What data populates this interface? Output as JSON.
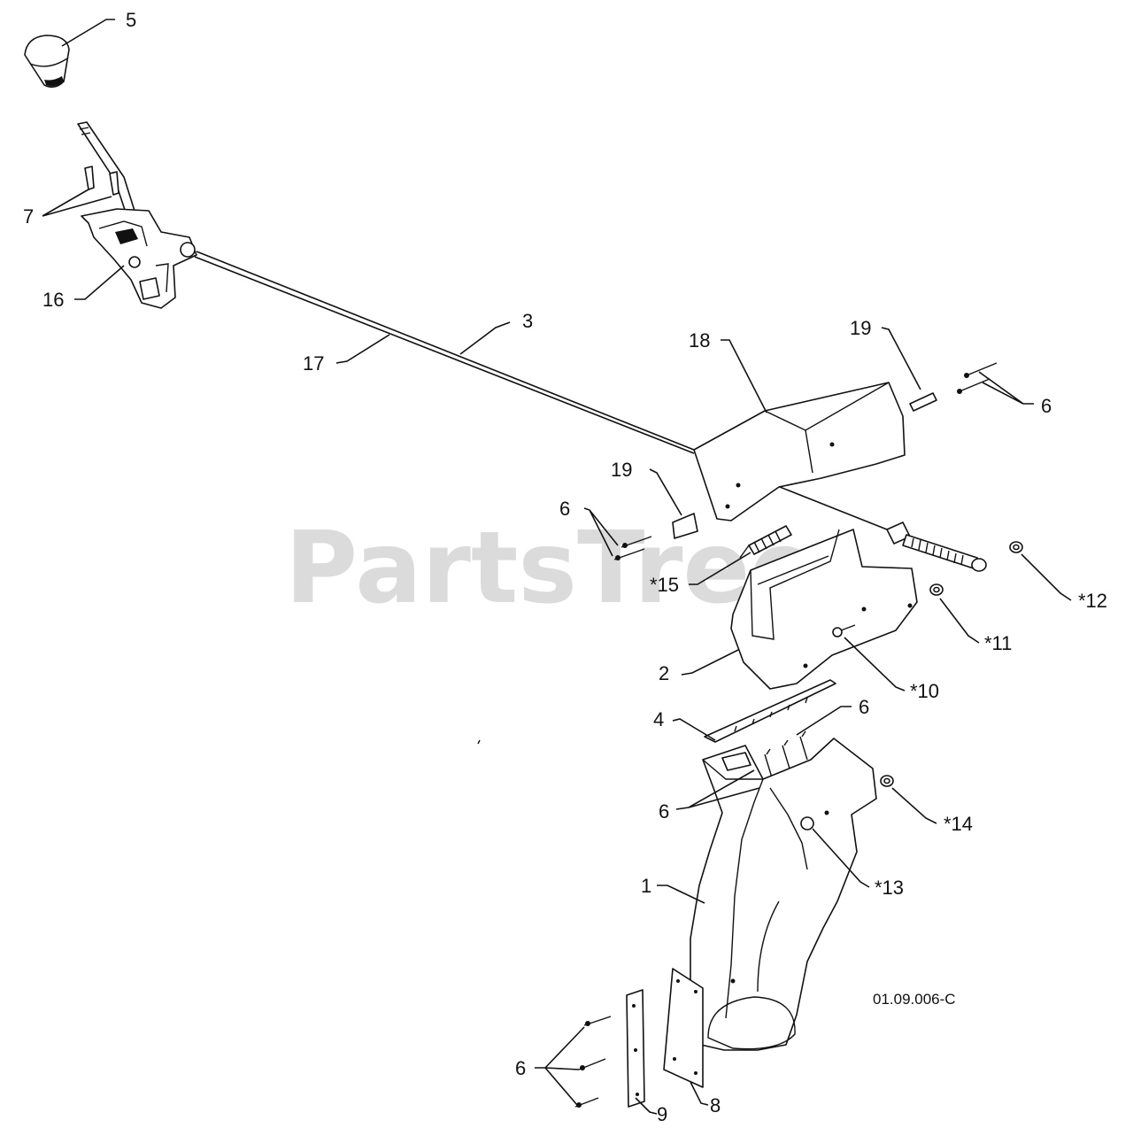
{
  "watermark": "PartsTree",
  "drawing_ref": "01.09.006-C",
  "callouts": {
    "c5": "5",
    "c7": "7",
    "c16": "16",
    "c17": "17",
    "c3": "3",
    "c18": "18",
    "c19a": "19",
    "c6a": "6",
    "c19b": "19",
    "c6b": "6",
    "c15": "*15",
    "c12": "*12",
    "c11": "*11",
    "c2": "2",
    "c10": "*10",
    "c4": "4",
    "c6c": "6",
    "c6d": "6",
    "c14": "*14",
    "c13": "*13",
    "c1": "1",
    "c6e": "6",
    "c9": "9",
    "c8": "8"
  }
}
